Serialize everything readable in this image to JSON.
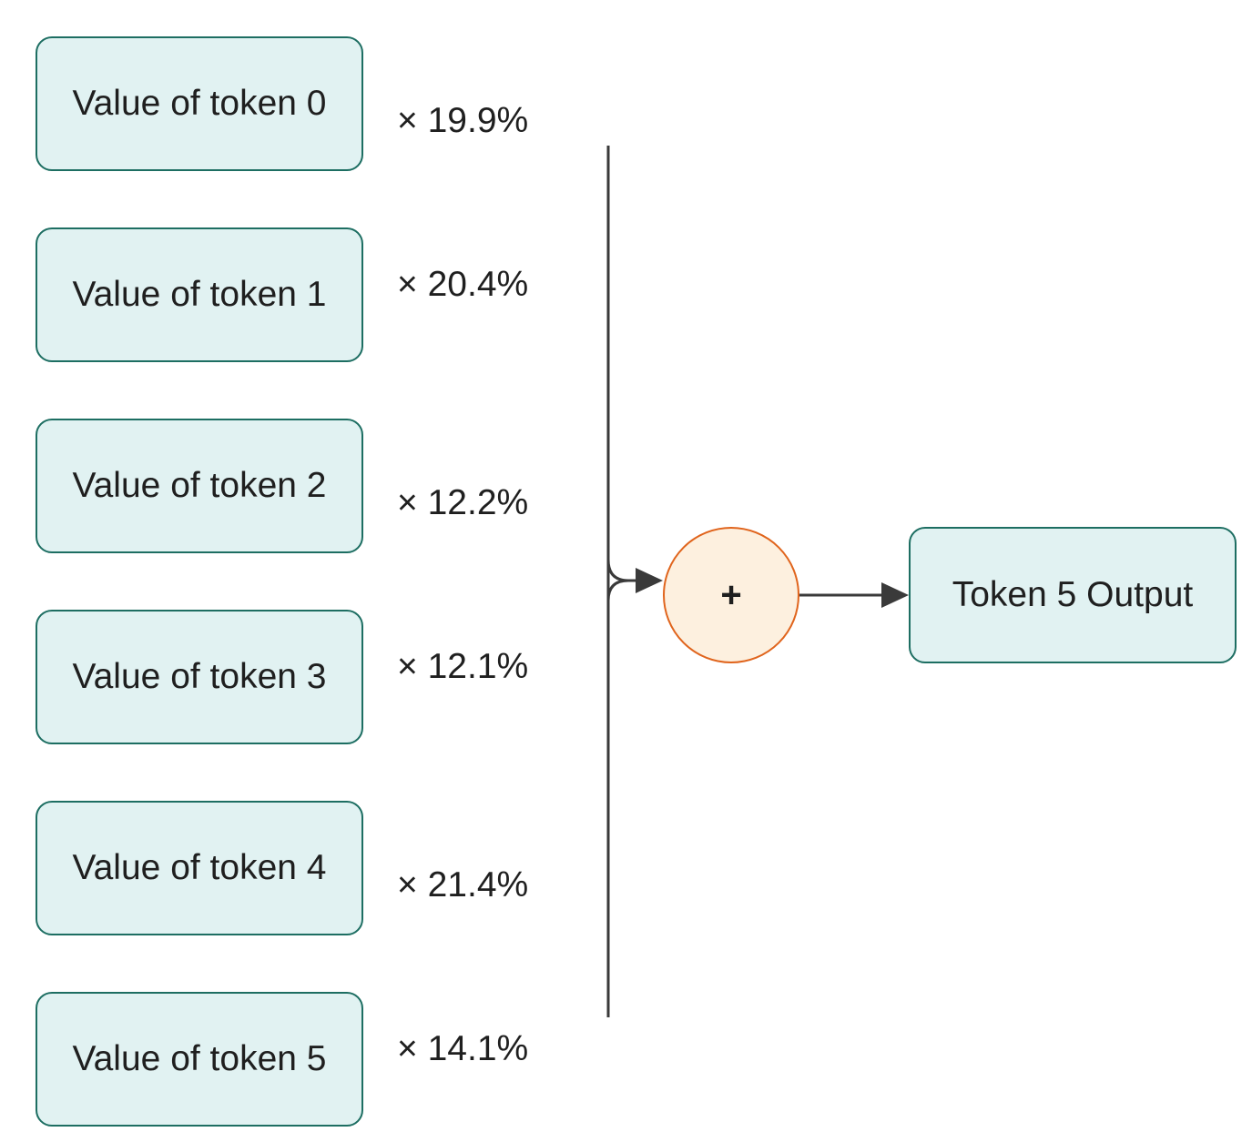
{
  "inputs": [
    {
      "label": "Value of token 0",
      "weight": "× 19.9%"
    },
    {
      "label": "Value of token 1",
      "weight": "× 20.4%"
    },
    {
      "label": "Value of token 2",
      "weight": "× 12.2%"
    },
    {
      "label": "Value of token 3",
      "weight": "× 12.1%"
    },
    {
      "label": "Value of token 4",
      "weight": "× 21.4%"
    },
    {
      "label": "Value of token 5",
      "weight": "× 14.1%"
    }
  ],
  "sum_node": {
    "symbol": "+"
  },
  "output": {
    "label": "Token 5 Output"
  },
  "colors": {
    "box_fill": "#e1f2f2",
    "box_border": "#1d6e62",
    "sum_fill": "#fdf0df",
    "sum_border": "#e0641c",
    "connector": "#3a3a3a"
  }
}
